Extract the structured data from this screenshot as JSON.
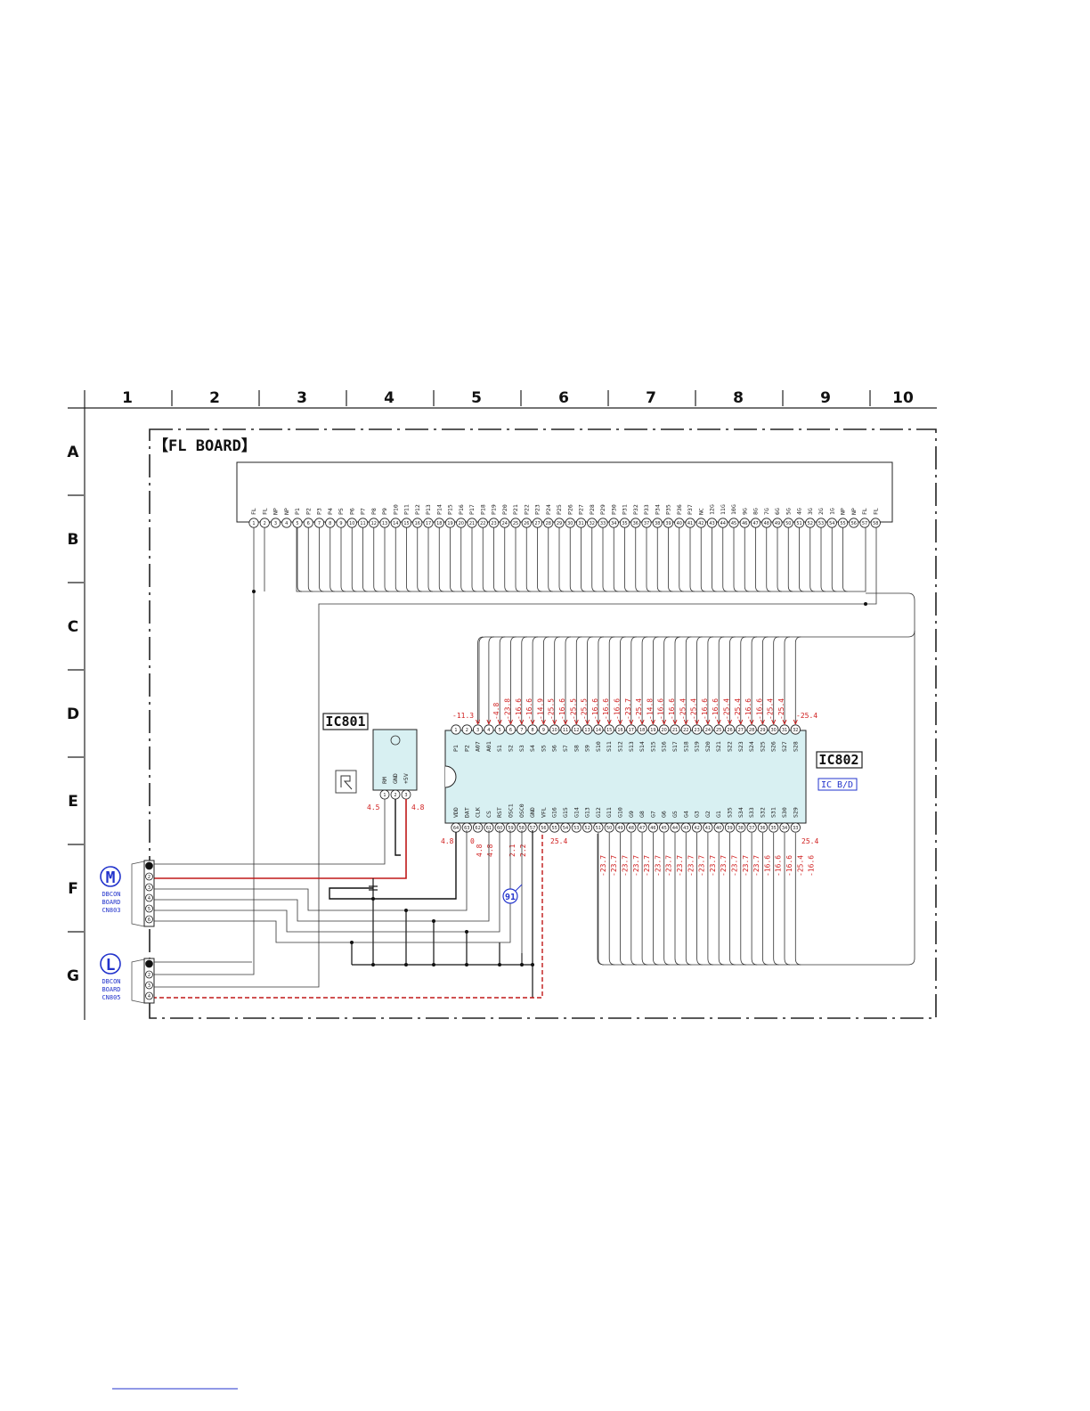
{
  "grid": {
    "columns": [
      "1",
      "2",
      "3",
      "4",
      "5",
      "6",
      "7",
      "8",
      "9",
      "10"
    ],
    "rows": [
      "A",
      "B",
      "C",
      "D",
      "E",
      "F",
      "G"
    ]
  },
  "board": {
    "title": "【FL BOARD】"
  },
  "display_connector": {
    "pins": [
      "FL",
      "FL",
      "NP",
      "NP",
      "P1",
      "P2",
      "P3",
      "P4",
      "P5",
      "P6",
      "P7",
      "P8",
      "P9",
      "P10",
      "P11",
      "P12",
      "P13",
      "P14",
      "P15",
      "P16",
      "P17",
      "P18",
      "P19",
      "P20",
      "P21",
      "P22",
      "P23",
      "P24",
      "P25",
      "P26",
      "P27",
      "P28",
      "P29",
      "P30",
      "P31",
      "P32",
      "P33",
      "P34",
      "P35",
      "P36",
      "P37",
      "NC",
      "12G",
      "11G",
      "10G",
      "9G",
      "8G",
      "7G",
      "6G",
      "5G",
      "4G",
      "3G",
      "2G",
      "1G",
      "NP",
      "NP",
      "FL",
      "FL"
    ]
  },
  "ic801": {
    "label": "IC801",
    "pins": [
      "RM",
      "GND",
      "+5V"
    ],
    "voltages": [
      "4.5",
      "4.8"
    ]
  },
  "ic802": {
    "label": "IC802",
    "subtitle": "IC B/D",
    "top_pins": [
      "P1",
      "P2",
      "A07",
      "A01",
      "S1",
      "S2",
      "S3",
      "S4",
      "S5",
      "S6",
      "S7",
      "S8",
      "S9",
      "S10",
      "S11",
      "S12",
      "S13",
      "S14",
      "S15",
      "S16",
      "S17",
      "S18",
      "S19",
      "S20",
      "S21",
      "S22",
      "S23",
      "S24",
      "S25",
      "S26",
      "S27",
      "S28"
    ],
    "top_voltages": [
      "-11.3",
      "-4.8",
      "-23.8",
      "-16.6",
      "-16.6",
      "-14.9",
      "-25.5",
      "-16.6",
      "-25.5",
      "-25.5",
      "-16.6",
      "-16.6",
      "-16.6",
      "-23.7",
      "-25.4",
      "-14.8",
      "-16.6",
      "-16.6",
      "-25.4",
      "-25.4",
      "-16.6",
      "-16.6",
      "-25.4",
      "-25.4",
      "-16.6",
      "-16.6",
      "-25.4",
      "-25.4"
    ],
    "top_voltage_end": "-25.4",
    "bottom_pins": [
      "VDD",
      "DAT",
      "CLK",
      "CS",
      "RST",
      "OSC1",
      "OSC0",
      "GND",
      "VFL",
      "G16",
      "G15",
      "G14",
      "G13",
      "G12",
      "G11",
      "G10",
      "G9",
      "G8",
      "G7",
      "G6",
      "G5",
      "G4",
      "G3",
      "G2",
      "G1",
      "S35",
      "S34",
      "S33",
      "S32",
      "S31",
      "S30",
      "S29"
    ],
    "bottom_voltages": [
      "4.8",
      "0",
      "4.8",
      "4.8",
      "2.1",
      "2.2",
      "25.4"
    ],
    "bottom_grid_voltages": [
      "-23.7",
      "-23.7",
      "-23.7",
      "-23.7",
      "-23.7",
      "-23.7",
      "-23.7",
      "-23.7",
      "-23.7",
      "-23.7",
      "-23.7",
      "-23.7",
      "-23.7",
      "-23.7",
      "-23.7",
      "-16.6",
      "-16.6",
      "-16.6",
      "-25.4",
      "-16.6"
    ],
    "bottom_voltage_end": "25.4"
  },
  "connector_m": {
    "letter": "M",
    "lines": [
      "DBCON",
      "BOARD",
      "CN803"
    ]
  },
  "connector_l": {
    "letter": "L",
    "lines": [
      "DBCON",
      "BOARD",
      "CN805"
    ]
  },
  "marker_91": "91"
}
